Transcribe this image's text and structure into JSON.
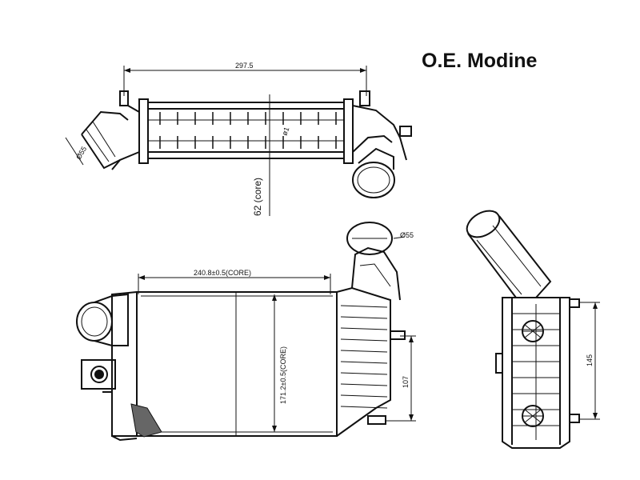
{
  "brand": "O.E. Modine",
  "dimensions": {
    "overall_length": "297.5",
    "inlet_diameter_top": "Ø55",
    "inner_diameter": "ø1",
    "core_thickness": "62 (core)",
    "outlet_diameter": "Ø55",
    "core_width": "240.8±0.5(CORE)",
    "core_height": "171.2±0.5(CORE)",
    "mount_spacing": "107",
    "side_height": "145"
  }
}
